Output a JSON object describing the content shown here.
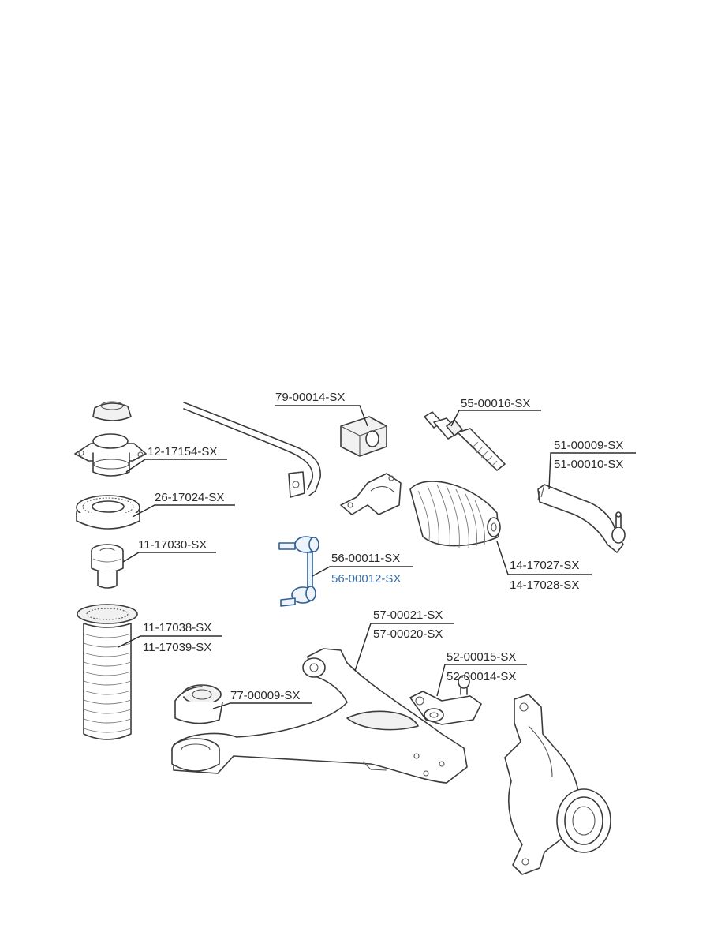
{
  "colors": {
    "line": "#2b2b2b",
    "highlight": "#3a6ea5",
    "background": "#ffffff"
  },
  "labels": {
    "top_mount_upper": "12-17154-SX",
    "bearing": "26-17024-SX",
    "bump_stop": "11-17030-SX",
    "dust_boot_a": "11-17038-SX",
    "dust_boot_b": "11-17039-SX",
    "stab_bushing": "79-00014-SX",
    "inner_tie_rod": "55-00016-SX",
    "tie_rod_end_a": "51-00009-SX",
    "tie_rod_end_b": "51-00010-SX",
    "stab_link_a": "56-00011-SX",
    "stab_link_b": "56-00012-SX",
    "steering_boot_a": "14-17027-SX",
    "steering_boot_b": "14-17028-SX",
    "control_arm_a": "57-00021-SX",
    "control_arm_b": "57-00020-SX",
    "ball_joint_a": "52-00015-SX",
    "ball_joint_b": "52-00014-SX",
    "arm_bushing": "77-00009-SX"
  }
}
